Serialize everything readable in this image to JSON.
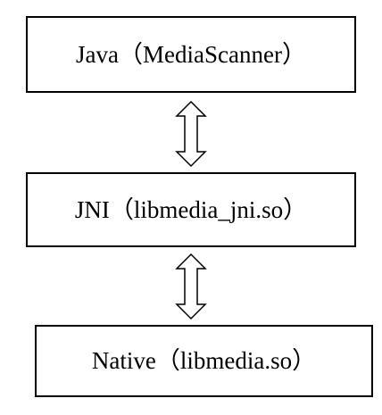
{
  "diagram": {
    "boxes": [
      {
        "label": "Java（MediaScanner）"
      },
      {
        "label": "JNI（libmedia_jni.so）"
      },
      {
        "label": "Native（libmedia.so）"
      }
    ]
  },
  "colors": {
    "stroke": "#000000",
    "fill": "#ffffff"
  },
  "icons": [
    "double-headed-arrow-icon",
    "double-headed-arrow-icon"
  ]
}
